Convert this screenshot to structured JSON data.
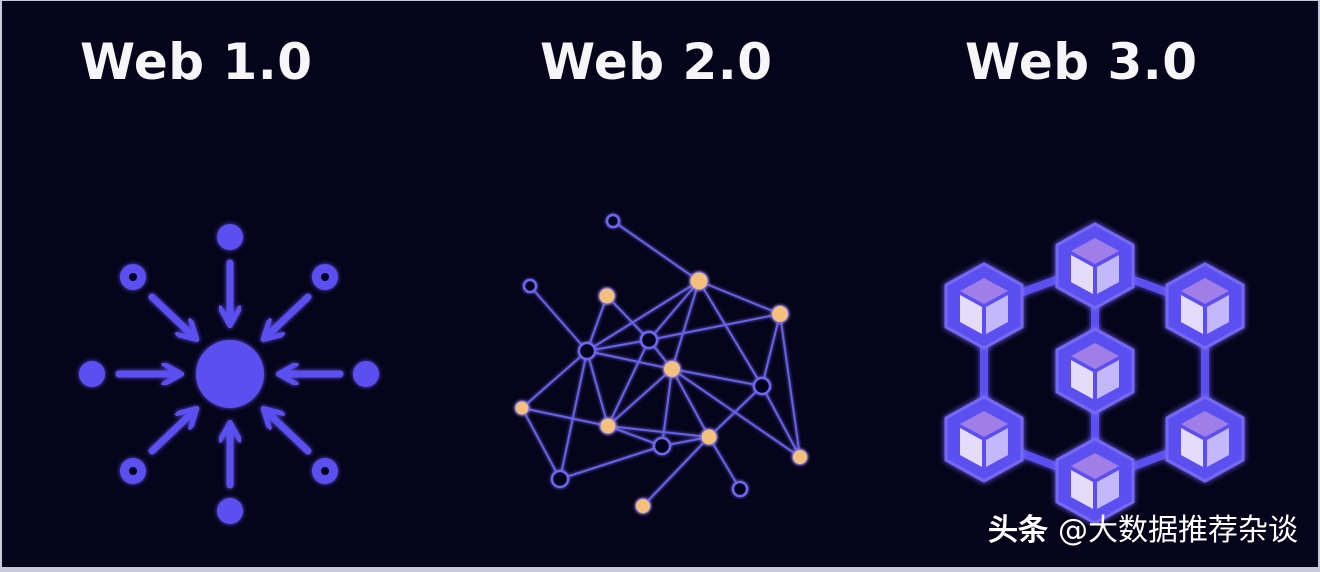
{
  "panels": [
    {
      "title": "Web 1.0",
      "diagram": "centralized-hub",
      "description": "Peripheral nodes with arrows pointing into a central node"
    },
    {
      "title": "Web 2.0",
      "diagram": "interconnected-network",
      "description": "Mesh network of hollow blue nodes and filled orange nodes"
    },
    {
      "title": "Web 3.0",
      "diagram": "blockchain-hexagon",
      "description": "Seven cubes connected in a hexagonal chain with one in the center"
    }
  ],
  "watermark": {
    "brand": "头条",
    "handle": "@大数据推荐杂谈"
  },
  "colors": {
    "background": "#06041a",
    "primary": "#5b4ff0",
    "node_orange": "#f3c07e",
    "text": "#f6f6f8"
  }
}
